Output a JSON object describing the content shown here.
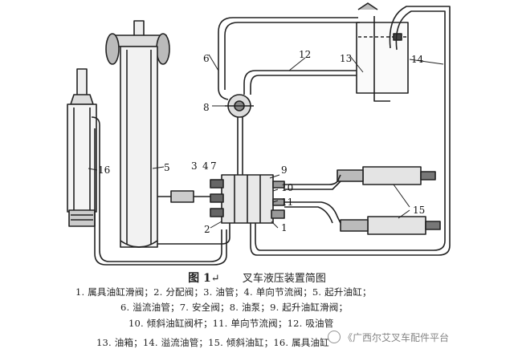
{
  "callouts": {
    "c1": "1",
    "c2": "2",
    "c3": "3",
    "c4": "4",
    "c5": "5",
    "c6": "6",
    "c7": "7",
    "c8": "8",
    "c9": "9",
    "c10": "10",
    "c11": "11",
    "c12": "12",
    "c13": "13",
    "c14": "14",
    "c15": "15",
    "c16": "16"
  },
  "caption": {
    "figure_label": "图 1",
    "figure_mark": "↵",
    "title": "叉车液压装置简图"
  },
  "legend": {
    "line1": "1. 属具油缸滑阀；2. 分配阀；3. 油管；4. 单向节流阀；5. 起升油缸；",
    "line2": "6. 溢流油管；7. 安全阀；8. 油泵；9. 起升油缸滑阀；",
    "line3": "10. 倾斜油缸阀杆；11. 单向节流阀；12. 吸油管",
    "line4": "13. 油箱；14. 溢流油管；15. 倾斜油缸；16. 属具油缸"
  },
  "watermark": "《广西尔艾叉车配件平台"
}
